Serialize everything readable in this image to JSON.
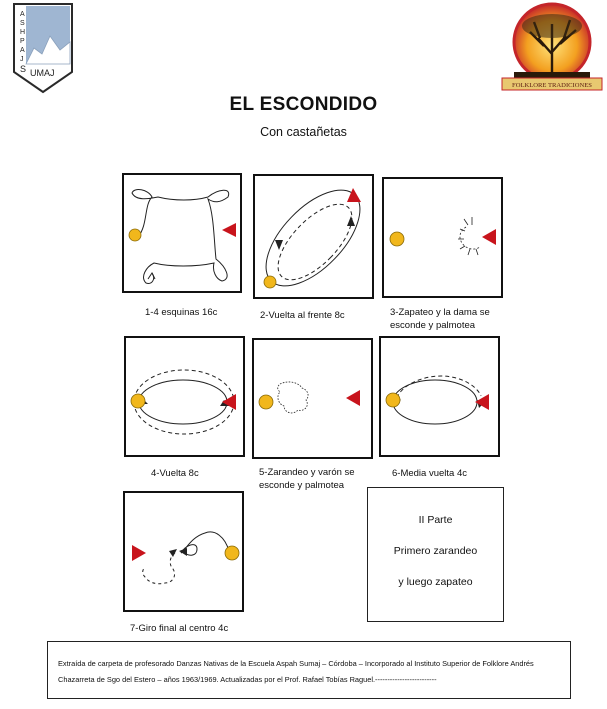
{
  "logo_left": {
    "text": "ASHPAJSUMAJ",
    "colors": {
      "sky": "#9fb6d2",
      "mountain": "#ffffff",
      "border": "#2a2a2a"
    }
  },
  "logo_right": {
    "text": "FOLKLORE TRADICIONES",
    "colors": {
      "sun": "#f3a020",
      "rim": "#c4252a",
      "band": "#e8c870"
    }
  },
  "title": "EL ESCONDIDO",
  "subtitle": "Con castañetas",
  "figures": [
    {
      "caption": "1-4 esquinas 16c"
    },
    {
      "caption": "2-Vuelta al frente 8c"
    },
    {
      "caption": "3-Zapateo y la dama se esconde y palmotea"
    },
    {
      "caption": "4-Vuelta 8c"
    },
    {
      "caption": "5-Zarandeo y varón se esconde y palmotea"
    },
    {
      "caption": "6-Media vuelta 4c"
    },
    {
      "caption": "7-Giro final al centro 4c"
    }
  ],
  "legend_colors": {
    "dama_circle": "#f1b71c",
    "varon_triangle": "#c8141c"
  },
  "part2": {
    "heading": "II Parte",
    "line1": "Primero zarandeo",
    "line2": "y luego zapateo"
  },
  "footer": {
    "text": "Extraída de carpeta de profesorado Danzas Nativas de la Escuela Aspah Sumaj – Córdoba – Incorporado al Instituto Superior de Folklore Andrés Chazarreta de Sgo del Estero – años 1963/1969. Actualizadas por el Prof. Rafael Tobías Raguel.-------------------------"
  }
}
